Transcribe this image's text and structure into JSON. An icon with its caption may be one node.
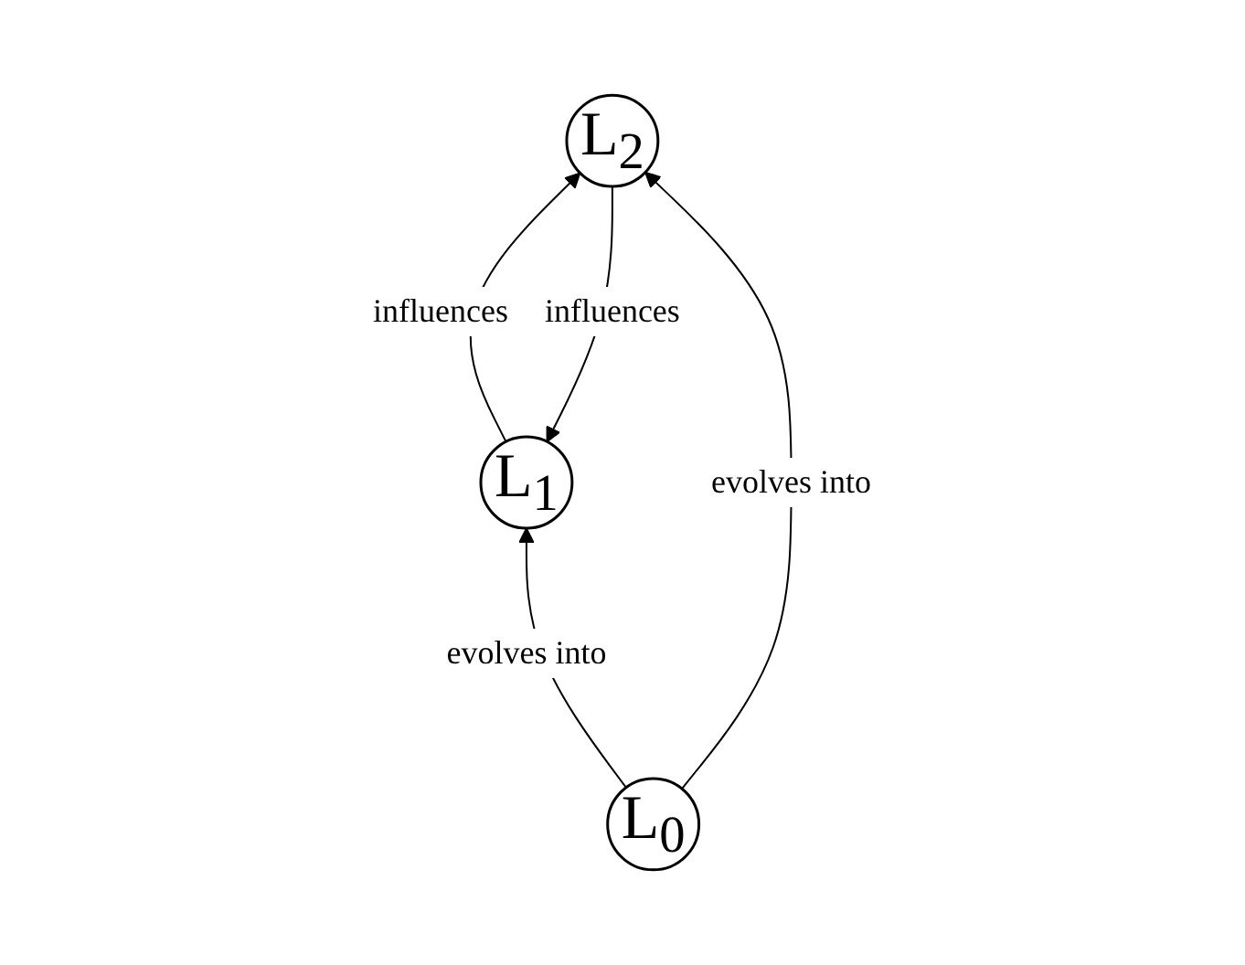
{
  "diagram": {
    "nodes": [
      {
        "text": [
          "L$_{1}$"
        ]
      },
      {
        "text": [
          "L$_{2}$"
        ]
      },
      {
        "text": [
          "L$_{0}$"
        ]
      }
    ],
    "edges": [
      {
        "from": 1,
        "to": 0,
        "arrow": "to",
        "label": "influences"
      },
      {
        "from": 0,
        "to": 1,
        "arrow": "to",
        "label": "influences"
      },
      {
        "from": 2,
        "to": 0,
        "arrow": "to",
        "label": "evolves into"
      },
      {
        "from": 2,
        "to": 1,
        "arrow": "to",
        "label": "evolves into"
      }
    ]
  }
}
